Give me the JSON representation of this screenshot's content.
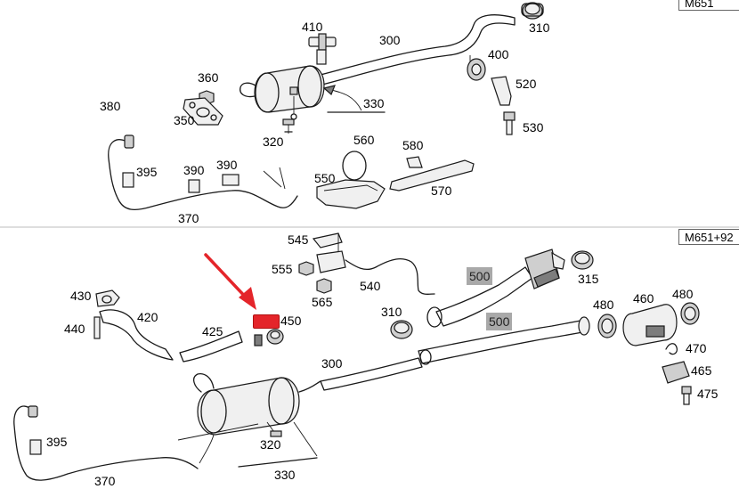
{
  "variant_tags": {
    "top": "M651",
    "bottom": "M651+92"
  },
  "colors": {
    "highlight_gray": "#a9a9a9",
    "highlight_red": "#e4252a",
    "arrow_red": "#e4252a",
    "stroke": "#1a1a1a"
  },
  "callouts_top": {
    "c410": "410",
    "c300": "300",
    "c310": "310",
    "c400": "400",
    "c520": "520",
    "c360": "360",
    "c330": "330",
    "c530": "530",
    "c350": "350",
    "c380": "380",
    "c320": "320",
    "c560": "560",
    "c580": "580",
    "c395": "395",
    "c390a": "390",
    "c390b": "390",
    "c550": "550",
    "c570": "570",
    "c370": "370"
  },
  "callouts_bottom": {
    "c545": "545",
    "c555": "555",
    "c565": "565",
    "c540": "540",
    "c500a": "500",
    "c315": "315",
    "c430": "430",
    "c420": "420",
    "c440": "440",
    "c310": "310",
    "c425": "425",
    "c450": "450",
    "c500b": "500",
    "c480a": "480",
    "c460": "460",
    "c480b": "480",
    "c470": "470",
    "c300": "300",
    "c465": "465",
    "c475": "475",
    "c395": "395",
    "c320": "320",
    "c370": "370",
    "c330": "330"
  },
  "selected_part_icon": "highlighted-part-marker",
  "pointer_icon": "red-arrow-icon"
}
